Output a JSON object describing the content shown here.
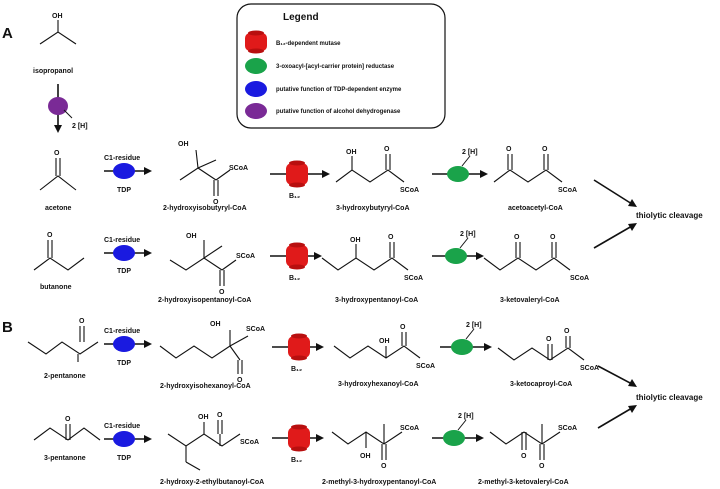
{
  "sections": {
    "a": "A",
    "b": "B"
  },
  "legend": {
    "title": "Legend",
    "items": [
      {
        "label": "B₁₂-dependent mutase",
        "color": "#e01a1a",
        "shape": "barrel"
      },
      {
        "label": "3-oxoacyl-[acyl-carrier protein] reductase",
        "color": "#1aa34a",
        "shape": "ellipse"
      },
      {
        "label": "putative function of TDP-dependent enzyme",
        "color": "#1a1ae0",
        "shape": "ellipse"
      },
      {
        "label": "putative function of alcohol dehydrogenase",
        "color": "#7a2a96",
        "shape": "ellipse"
      }
    ]
  },
  "atoms": {
    "oh": "OH",
    "o": "O",
    "scoa": "SCoA"
  },
  "enzymes": {
    "c1_residue": "C1-residue",
    "tdp": "TDP",
    "b12": "B₁₂",
    "h2": "2 [H]"
  },
  "compounds": {
    "isopropanol": "isopropanol",
    "acetone": "acetone",
    "hydroxyisobutyryl": "2-hydroxyisobutyryl-CoA",
    "hydroxybutyryl": "3-hydroxybutyryl-CoA",
    "acetoacetyl": "acetoacetyl-CoA",
    "butanone": "butanone",
    "hydroxyisopentanoyl": "2-hydroxyisopentanoyl-CoA",
    "hydroxypentanoyl": "3-hydroxypentanoyl-CoA",
    "ketovaleryl": "3-ketovaleryl-CoA",
    "pentanone2": "2-pentanone",
    "hydroxyisohexanoyl": "2-hydroxyisohexanoyl-CoA",
    "hydroxyhexanoyl": "3-hydroxyhexanoyl-CoA",
    "ketocaproyl": "3-ketocaproyl-CoA",
    "pentanone3": "3-pentanone",
    "hydroxyethylbutanoyl": "2-hydroxy-2-ethylbutanoyl-CoA",
    "methylhydroxypentanoyl": "2-methyl-3-hydroxypentanoyl-CoA",
    "methylketovaleryl": "2-methyl-3-ketovaleryl-CoA"
  },
  "outcome": {
    "thiolytic": "thiolytic cleavage"
  }
}
